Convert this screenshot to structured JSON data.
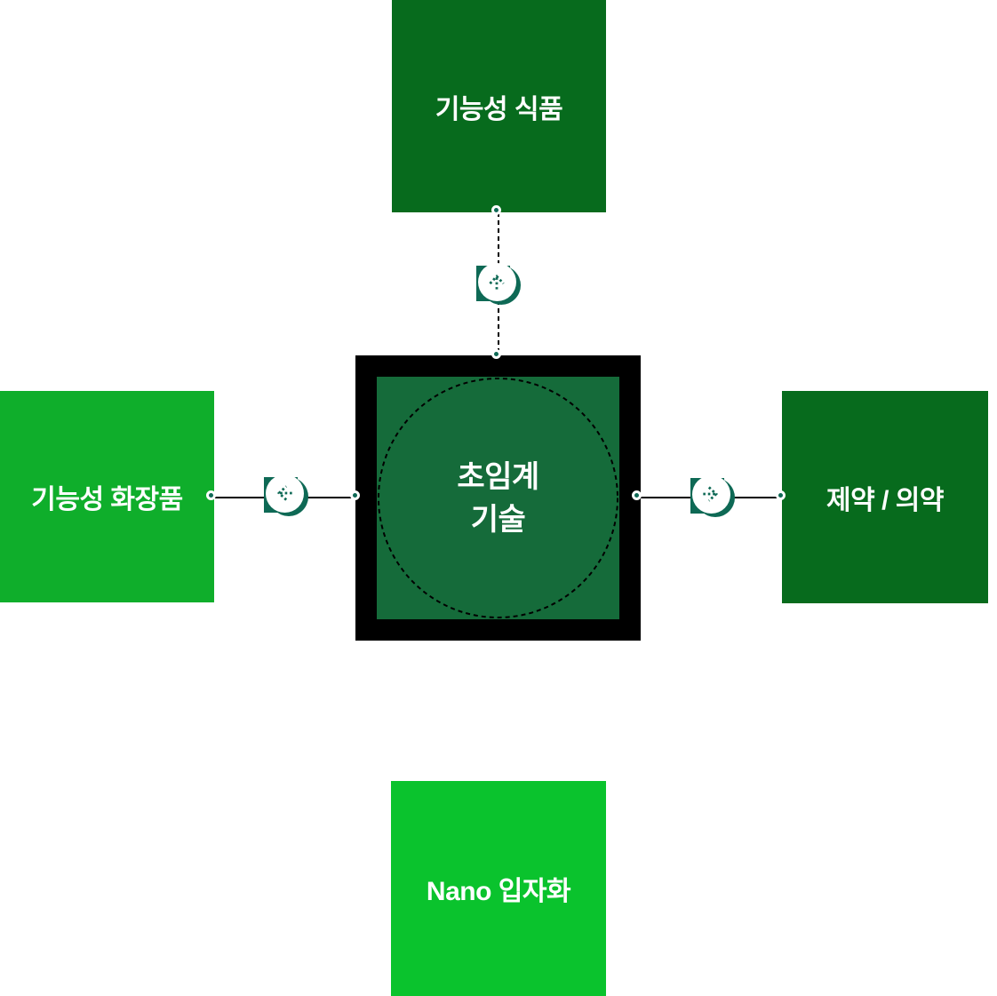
{
  "colors": {
    "dark-green": "#076B1D",
    "mid-green": "#0FAE2B",
    "bright-green": "#0AC32D",
    "center-green": "#156B3A",
    "teal": "#0E6955",
    "ink": "#000000",
    "paper": "#FFFFFF"
  },
  "center": {
    "line1": "초임계",
    "line2": "기술"
  },
  "nodes": {
    "top": {
      "label": "기능성 식품"
    },
    "left": {
      "label": "기능성 화장품"
    },
    "right": {
      "label": "제약 / 의약"
    },
    "bottom": {
      "label": "Nano 입자화"
    }
  },
  "icons": {
    "top": "arrow-up-icon",
    "left": "arrow-left-icon",
    "right": "arrow-right-icon"
  }
}
